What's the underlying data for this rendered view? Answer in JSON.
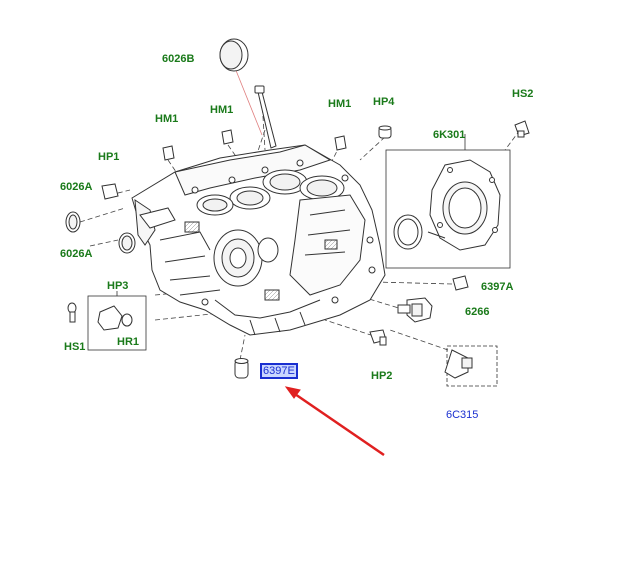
{
  "labels": {
    "p6026b": "6026B",
    "hm1_a": "HM1",
    "hm1_b": "HM1",
    "hm1_c": "HM1",
    "hp4": "HP4",
    "hs2": "HS2",
    "hp1": "HP1",
    "k6k301": "6K301",
    "p6026a_a": "6026A",
    "p6026a_b": "6026A",
    "p6397a": "6397A",
    "hp3": "HP3",
    "p6266": "6266",
    "hs1": "HS1",
    "hr1": "HR1",
    "p6397e": "6397E",
    "hp2": "HP2",
    "c6c315": "6C315"
  },
  "colors": {
    "label_green": "#1a7a1a",
    "label_blue": "#1a2fd0",
    "highlight_fill": "#c9d6ff",
    "arrow_red": "#e02020",
    "line_art": "#333333"
  }
}
